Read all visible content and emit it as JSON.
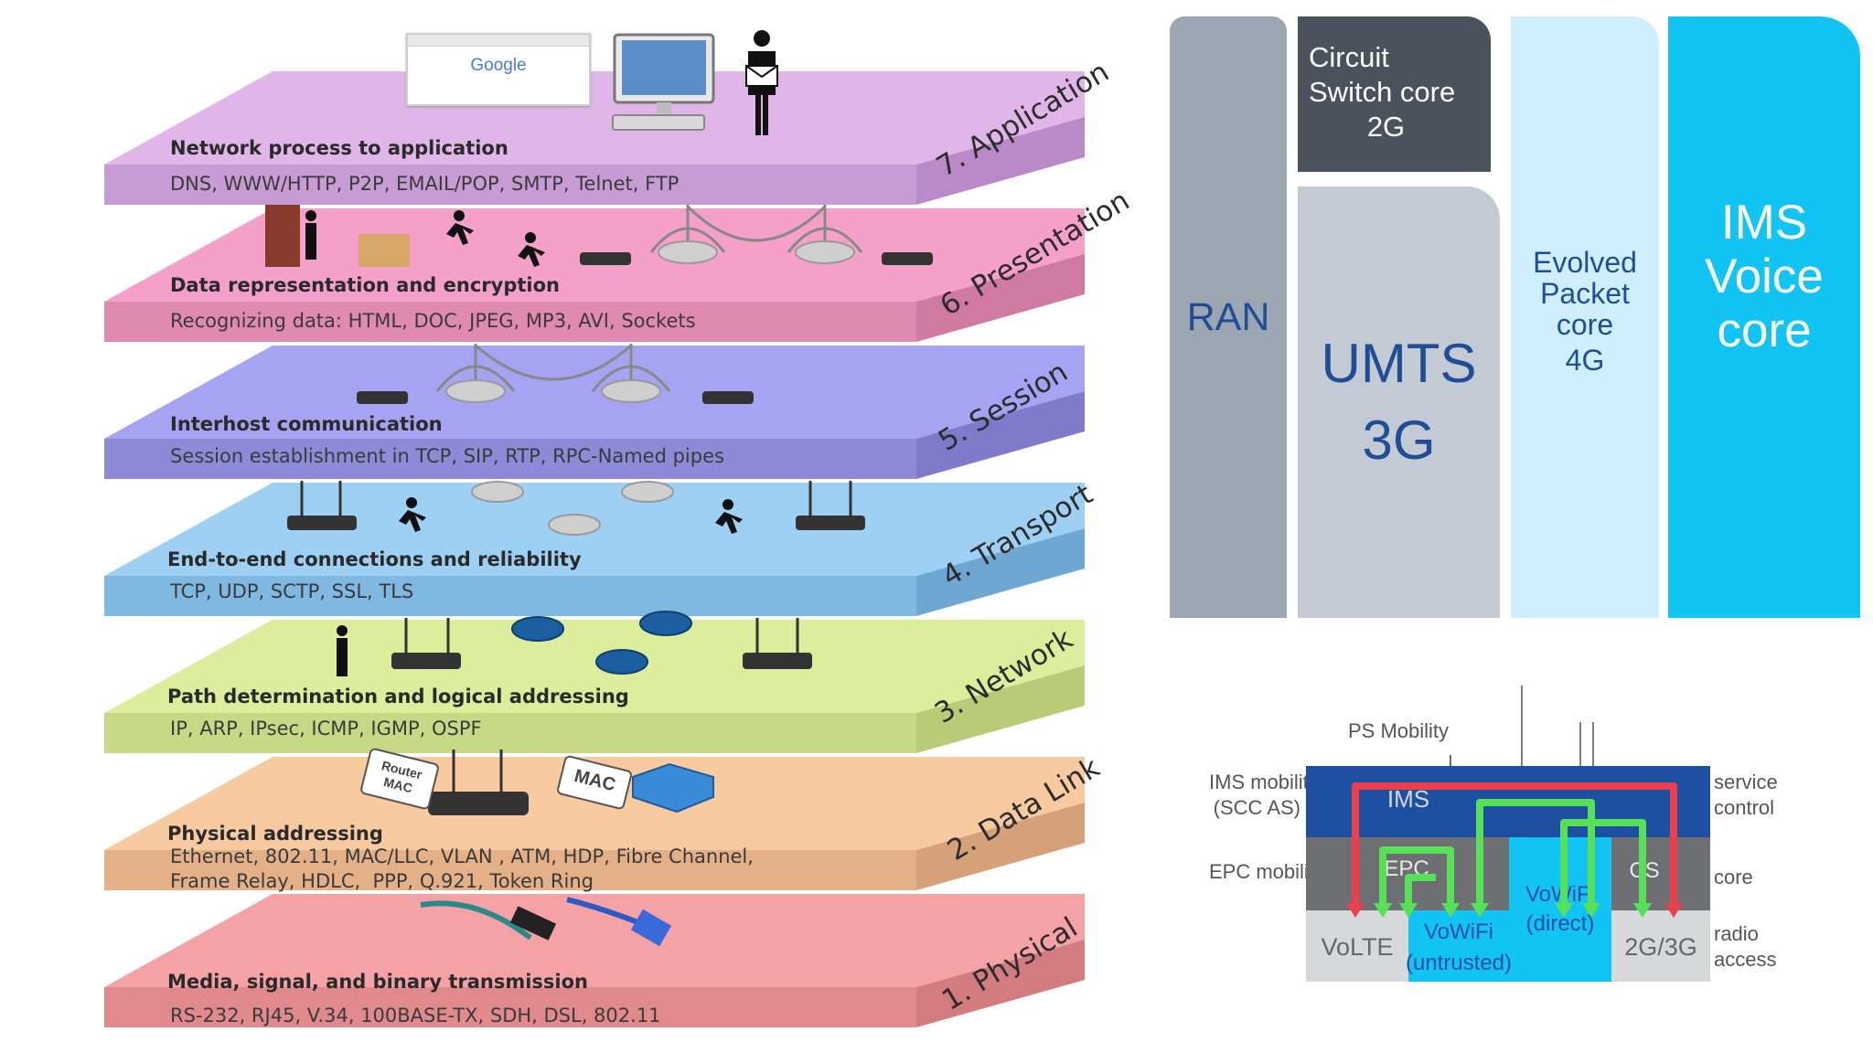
{
  "osi": {
    "layers": [
      {
        "name": "7. Application",
        "desc": "Network process to application",
        "protocols": "DNS, WWW/HTTP, P2P, EMAIL/POP, SMTP, Telnet, FTP",
        "top": "#e0b5e8",
        "front": "#c79bd4",
        "side": "#b98ac7"
      },
      {
        "name": "6. Presentation",
        "desc": "Data representation and encryption",
        "protocols": "Recognizing data: HTML, DOC, JPEG, MP3, AVI, Sockets",
        "top": "#f4a0c8",
        "front": "#e08ab0",
        "side": "#d07aa2"
      },
      {
        "name": "5. Session",
        "desc": "Interhost communication",
        "protocols": "Session establishment in TCP, SIP, RTP, RPC-Named pipes",
        "top": "#a6a3f2",
        "front": "#8e8ad8",
        "side": "#7f7bca"
      },
      {
        "name": "4. Transport",
        "desc": "End-to-end connections and reliability",
        "protocols": "TCP, UDP, SCTP, SSL, TLS",
        "top": "#9ed0f4",
        "front": "#7fb8e0",
        "side": "#6ea8d2"
      },
      {
        "name": "3. Network",
        "desc": "Path determination and logical addressing",
        "protocols": "IP, ARP, IPsec, ICMP, IGMP, OSPF",
        "top": "#dcee9c",
        "front": "#c8d986",
        "side": "#b9cb76"
      },
      {
        "name": "2. Data Link",
        "desc": "Physical addressing",
        "protocols": "Ethernet, 802.11, MAC/LLC, VLAN , ATM, HDP, Fibre Channel,\nFrame Relay, HDLC,  PPP, Q.921, Token Ring",
        "top": "#f8caa0",
        "front": "#e4b088",
        "side": "#d6a079"
      },
      {
        "name": "1. Physical",
        "desc": "Media, signal, and binary transmission",
        "protocols": "RS-232, RJ45, V.34, 100BASE-TX, SDH, DSL, 802.11",
        "top": "#f4a2a6",
        "front": "#e08a8e",
        "side": "#d27c80"
      }
    ],
    "tags": {
      "router_mac": "Router\nMAC",
      "mac": "MAC"
    },
    "browser_logo": "Google"
  },
  "cores": {
    "ran": {
      "label": "RAN",
      "bg": "#9ba6b2",
      "fg": "#1f4e96"
    },
    "circuit": {
      "lines": [
        "Circuit",
        "Switch core",
        "2G"
      ],
      "bg": "#4b525c",
      "fg": "#ffffff"
    },
    "umts": {
      "lines": [
        "UMTS",
        "3G"
      ],
      "bg": "#c3cad3",
      "fg": "#1f4e96"
    },
    "epc": {
      "lines": [
        "Evolved",
        "Packet",
        "core",
        "4G"
      ],
      "bg": "#cfefff",
      "fg": "#1f4e96"
    },
    "ims": {
      "lines": [
        "IMS",
        "Voice",
        "core"
      ],
      "bg": "#12c4f4",
      "fg": "#ffffff"
    }
  },
  "mobility": {
    "left_labels": {
      "ims_mobility": "IMS mobility\n(SCC AS)",
      "epc_mobility": "EPC mobility"
    },
    "right_labels": {
      "service": "service\ncontrol",
      "core": "core",
      "radio": "radio\naccess"
    },
    "top_label": "PS Mobility",
    "ims": "IMS",
    "epc": "EPC",
    "cs": "CS",
    "vowifi_direct": "VoWiFi\n(direct)",
    "volte": "VoLTE",
    "vowifi_untrusted": "VoWiFi\n(untrusted)",
    "g23": "2G/3G",
    "colors": {
      "ims_bar": "#1e4fa0",
      "core_bar": "#6d6f73",
      "wifi": "#12c4f4",
      "radio": "#d6d8da",
      "red": "#e8404c",
      "green": "#58e058"
    }
  }
}
